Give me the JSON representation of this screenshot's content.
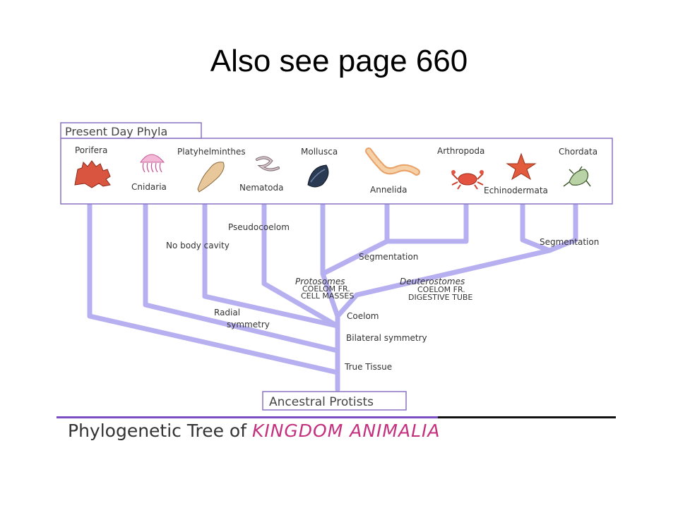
{
  "slide_title": "Also see page 660",
  "diagram": {
    "present_day_label": "Present Day Phyla",
    "phyla": {
      "porifera": "Porifera",
      "cnidaria": "Cnidaria",
      "platyhelminthes": "Platyhelminthes",
      "nematoda": "Nematoda",
      "mollusca": "Mollusca",
      "annelida": "Annelida",
      "arthropoda": "Arthropoda",
      "echinodermata": "Echinodermata",
      "chordata": "Chordata"
    },
    "branch_labels": {
      "pseudocoelom": "Pseudocoelom",
      "no_body_cavity": "No body cavity",
      "segmentation_protostome": "Segmentation",
      "segmentation_deuterostome": "Segmentation",
      "protosomes": "Protosomes",
      "protosomes_desc1": "COELOM FR.",
      "protosomes_desc2": "CELL MASSES",
      "deuterostomes": "Deuterostomes",
      "deuterostomes_desc1": "COELOM FR.",
      "deuterostomes_desc2": "DIGESTIVE TUBE",
      "radial": "Radial",
      "symmetry": "symmetry",
      "coelom": "Coelom",
      "bilateral_symmetry": "Bilateral symmetry",
      "true_tissue": "True Tissue"
    },
    "root_label": "Ancestral Protists",
    "colors": {
      "branch": "#b7b0f0",
      "frame": "#8a72c4",
      "rule_purple": "#7b4fc2"
    },
    "icons": [
      "sponge-icon",
      "jellyfish-icon",
      "flatworm-icon",
      "roundworm-icon",
      "mussel-icon",
      "earthworm-icon",
      "crab-icon",
      "starfish-icon",
      "frog-icon"
    ]
  },
  "caption": {
    "prefix": "Phylogenetic Tree of ",
    "kingdom": "KINGDOM ANIMALIA"
  }
}
